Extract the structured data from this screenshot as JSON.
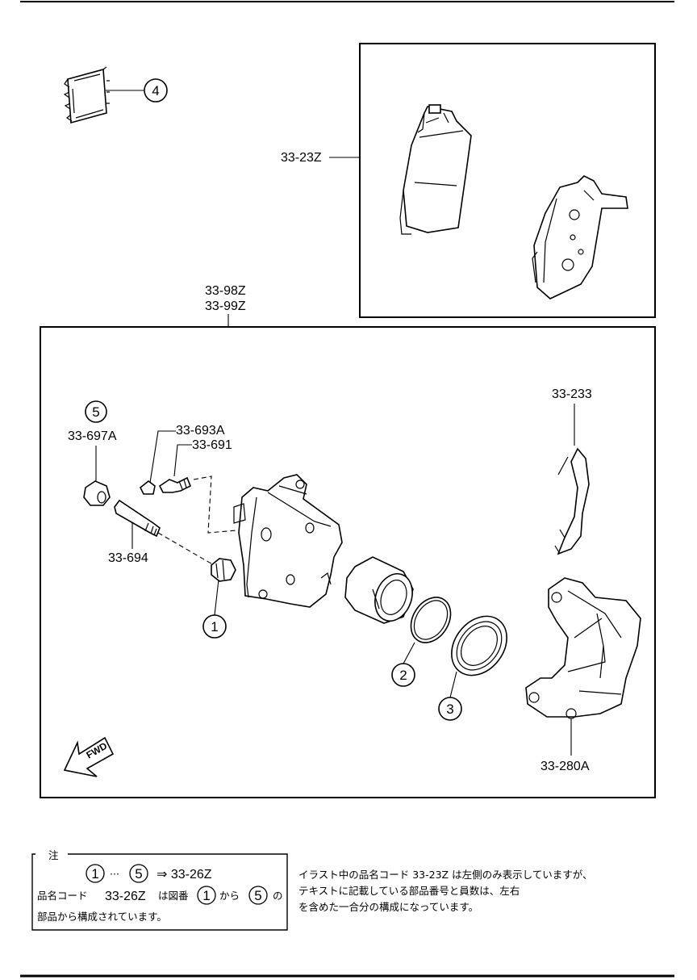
{
  "labels": {
    "pads": "33-23Z",
    "caliper_1": "33-98Z",
    "caliper_2": "33-99Z",
    "shim": "33-233",
    "cap_5": "33-697A",
    "cap_a": "33-693A",
    "bleeder": "33-691",
    "guide_pin": "33-694",
    "bracket": "33-280A",
    "fwd": "FWD"
  },
  "callouts": {
    "c1": "1",
    "c2": "2",
    "c3": "3",
    "c4": "4",
    "c5": "5"
  },
  "note": {
    "title": "注",
    "line1_from": "1",
    "line1_dots": "···",
    "line1_to": "5",
    "line1_result": "⇒ 33-26Z",
    "line2_a": "品名コード",
    "line2_code": "33-26Z",
    "line2_b": "は図番",
    "line2_c1": "1",
    "line2_c": "から",
    "line2_c5": "5",
    "line2_d": "の",
    "line3": "部品から構成されています。"
  },
  "remark": {
    "line1": "イラスト中の品名コード 33-23Z は左側のみ表示していますが、",
    "line2": "テキストに記載している部品番号と員数は、左右",
    "line3": "を含めた一合分の構成になっています。"
  }
}
